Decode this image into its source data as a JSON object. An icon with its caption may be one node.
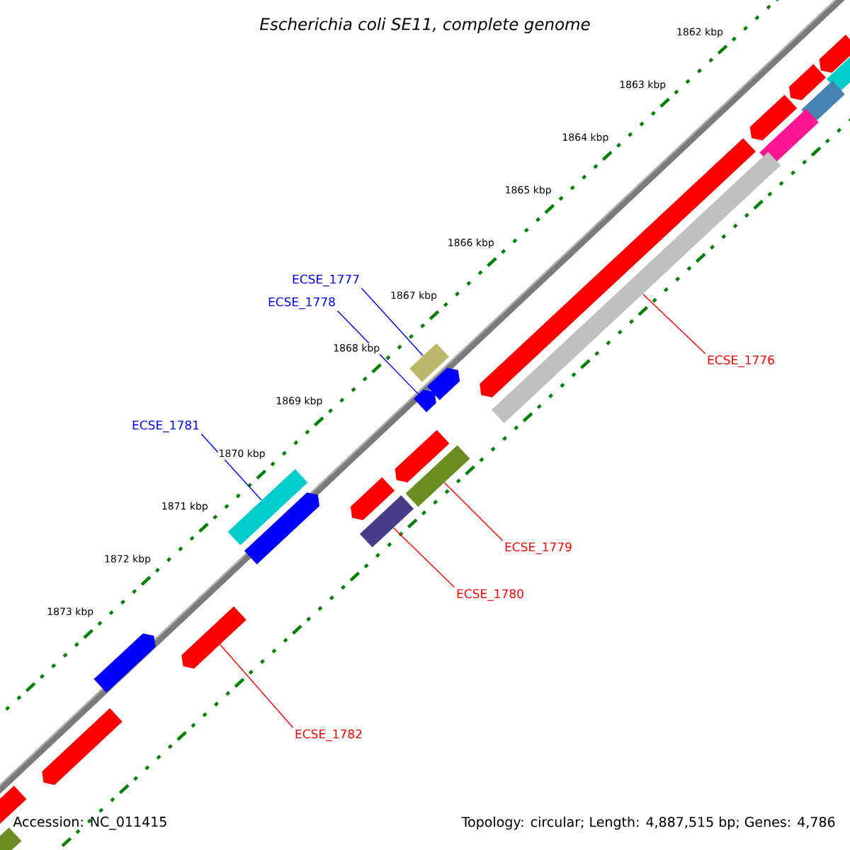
{
  "diagram": {
    "title": "Escherichia coli SE11, complete genome",
    "nodes": [
      {
        "text": [
          "ECSE_1777"
        ]
      },
      {
        "text": [
          "ECSE_1778"
        ]
      },
      {
        "text": [
          "ECSE_1776"
        ]
      },
      {
        "text": [
          "ECSE_1781"
        ]
      },
      {
        "text": [
          "ECSE_1779"
        ]
      },
      {
        "text": [
          "ECSE_1780"
        ]
      },
      {
        "text": [
          "ECSE_1782"
        ]
      },
      {
        "text": [],
        "shape": "bar"
      },
      {
        "text": [],
        "shape": "bar"
      },
      {
        "text": [],
        "shape": "bar"
      },
      {
        "text": [],
        "shape": "bar"
      },
      {
        "text": [],
        "shape": "bar"
      },
      {
        "text": [],
        "shape": "bar"
      },
      {
        "text": [],
        "shape": "bar"
      },
      {
        "text": [],
        "shape": "bar"
      },
      {
        "text": [],
        "shape": "bar"
      },
      {
        "text": [],
        "shape": "bar"
      },
      {
        "text": [],
        "shape": "bar"
      },
      {
        "text": [],
        "shape": "bar"
      },
      {
        "text": [],
        "shape": "bar"
      },
      {
        "text": [],
        "shape": "bar"
      },
      {
        "text": [],
        "shape": "bar"
      },
      {
        "text": [],
        "shape": "bar"
      },
      {
        "text": [],
        "shape": "bar"
      },
      {
        "text": [],
        "shape": "bar"
      },
      {
        "text": [],
        "shape": "bar"
      },
      {
        "text": [],
        "shape": "bar"
      },
      {
        "text": [],
        "shape": "bar"
      },
      {
        "text": [],
        "shape": "bar"
      }
    ],
    "edges": [
      {
        "from": 0,
        "to": 15,
        "arrow": "none",
        "color": "#0000ff"
      },
      {
        "from": 1,
        "to": 17,
        "arrow": "none",
        "color": "#0000ff"
      },
      {
        "from": 2,
        "to": 14,
        "arrow": "none"
      },
      {
        "from": 3,
        "to": 21,
        "arrow": "none",
        "color": "#0000ff"
      },
      {
        "from": 4,
        "to": 19,
        "arrow": "none"
      },
      {
        "from": 5,
        "to": 22,
        "arrow": "none"
      },
      {
        "from": 6,
        "to": 24,
        "arrow": "none"
      }
    ],
    "labels": [
      "1862 kbp",
      "1863 kbp",
      "1864 kbp",
      "1865 kbp",
      "1866 kbp",
      "1867 kbp",
      "1868 kbp",
      "1869 kbp",
      "1870 kbp",
      "1871 kbp",
      "1872 kbp",
      "1873 kbp",
      "Accession: NC_011415",
      "Topology: circular; Length: 4,887,515 bp; Genes: 4,786"
    ]
  }
}
